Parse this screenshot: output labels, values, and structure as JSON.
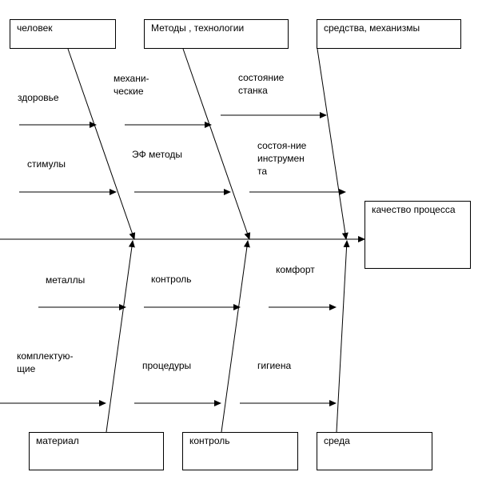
{
  "categories": {
    "person": "человек",
    "methods": "Методы , технологии",
    "means": "средства, механизмы",
    "material": "материал",
    "control": "контроль",
    "environment": "среда"
  },
  "effect": "качество процесса",
  "causes": {
    "health": "здоровье",
    "stimuli": "стимулы",
    "mechanical": "механи-\nческие",
    "ef_methods": "ЭФ методы",
    "machine_state": "состояние\nстанка",
    "tool_state": "состоя-ние\nинструмен\nта",
    "metals": "металлы",
    "components": "комплектую-\nщие",
    "control_item": "контроль",
    "procedures": "процедуры",
    "comfort": "комфорт",
    "hygiene": "гигиена"
  }
}
